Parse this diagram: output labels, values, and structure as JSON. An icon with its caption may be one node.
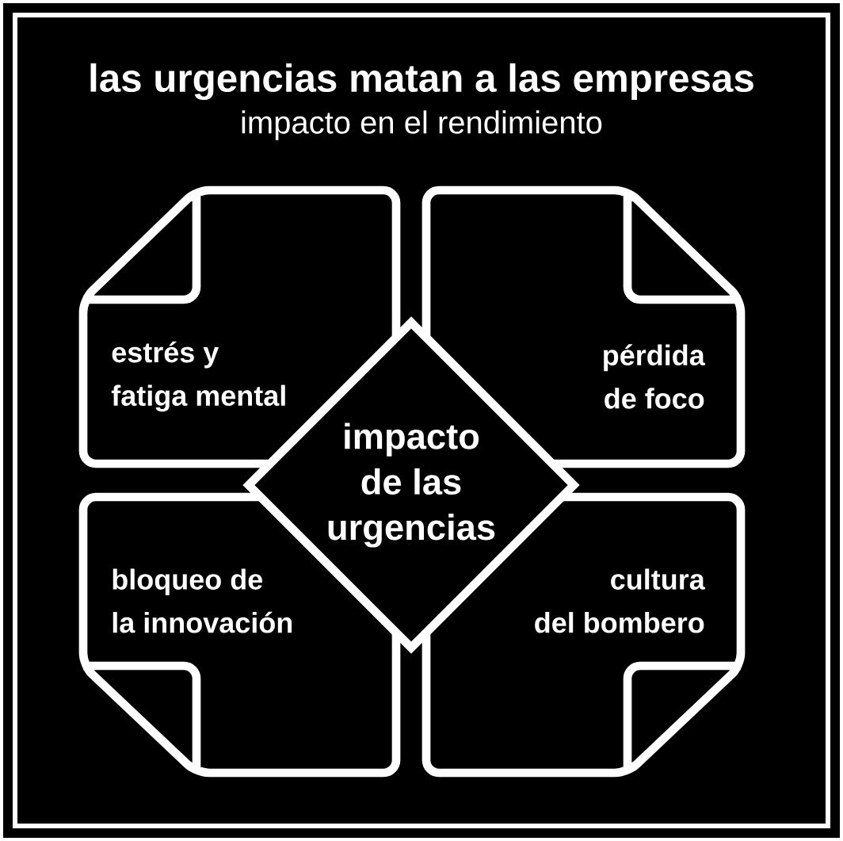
{
  "diagram": {
    "title": "las urgencias matan a las empresas",
    "nodes": [
      {
        "text": [
          "estrés y fatiga mental"
        ]
      },
      {
        "text": [
          "pérdida de foco"
        ]
      },
      {
        "text": [
          "impacto de las urgencias"
        ]
      },
      {
        "text": [
          "bloqueo de la innovación"
        ]
      },
      {
        "text": [
          "cultura del bombero"
        ]
      }
    ],
    "labels": [
      "impacto en el rendimiento"
    ]
  }
}
